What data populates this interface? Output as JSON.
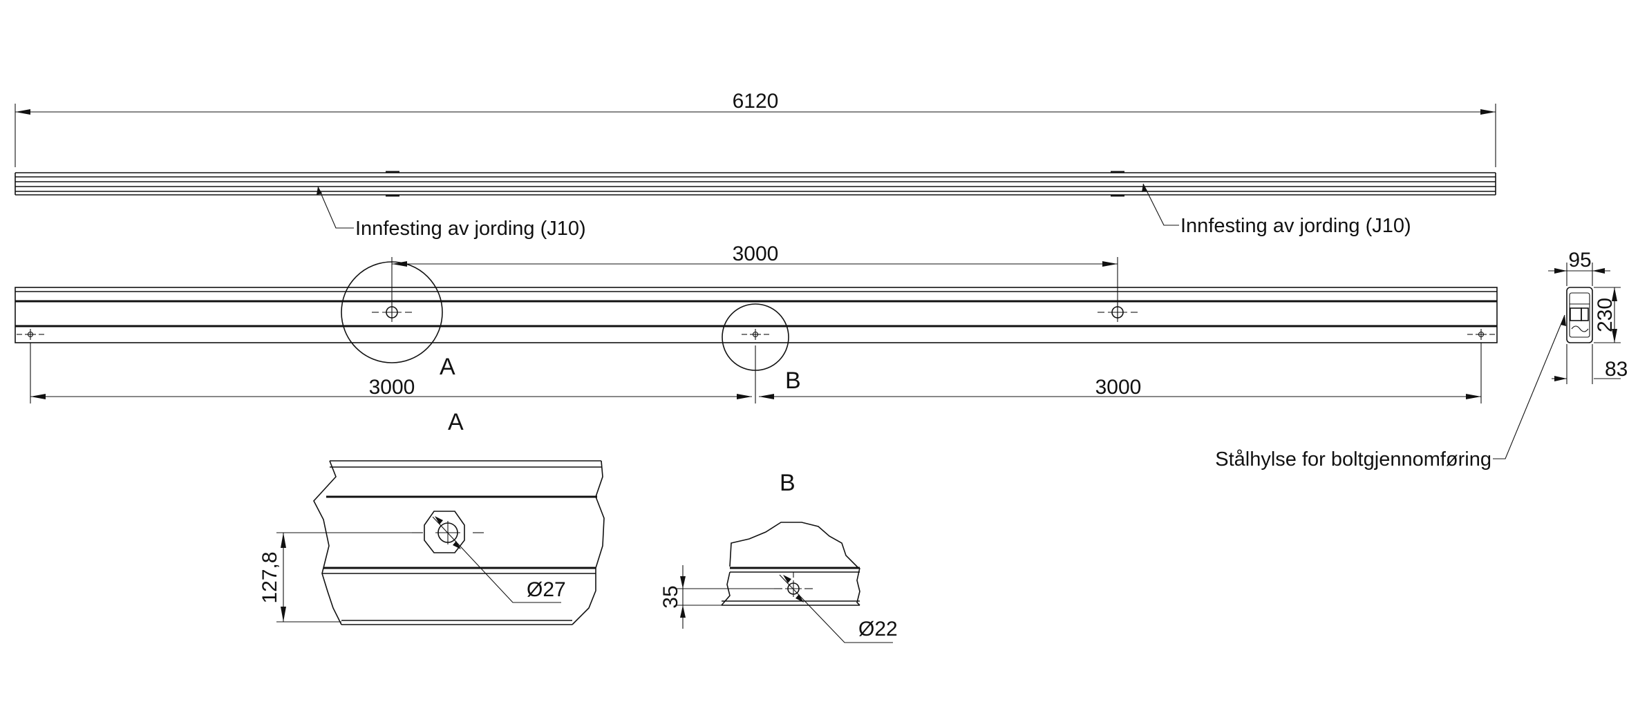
{
  "colors": {
    "line": "#111111",
    "background": "#ffffff"
  },
  "dimensions": {
    "overall_length": "6120",
    "hole_spacing_top": "3000",
    "hole_spacing_left": "3000",
    "hole_spacing_right": "3000",
    "section_width": "95",
    "section_height": "230",
    "section_lower": "83",
    "detail_a_height": "127,8",
    "detail_a_diameter": "Ø27",
    "detail_b_height": "35",
    "detail_b_diameter": "Ø22"
  },
  "annotations": {
    "grounding_left": "Innfesting av jording (J10)",
    "grounding_right": "Innfesting av jording (J10)",
    "steel_sleeve": "Stålhylse for boltgjennomføring"
  },
  "labels": {
    "circle_a": "A",
    "circle_b": "B",
    "detail_a_title": "A",
    "detail_b_title": "B"
  }
}
